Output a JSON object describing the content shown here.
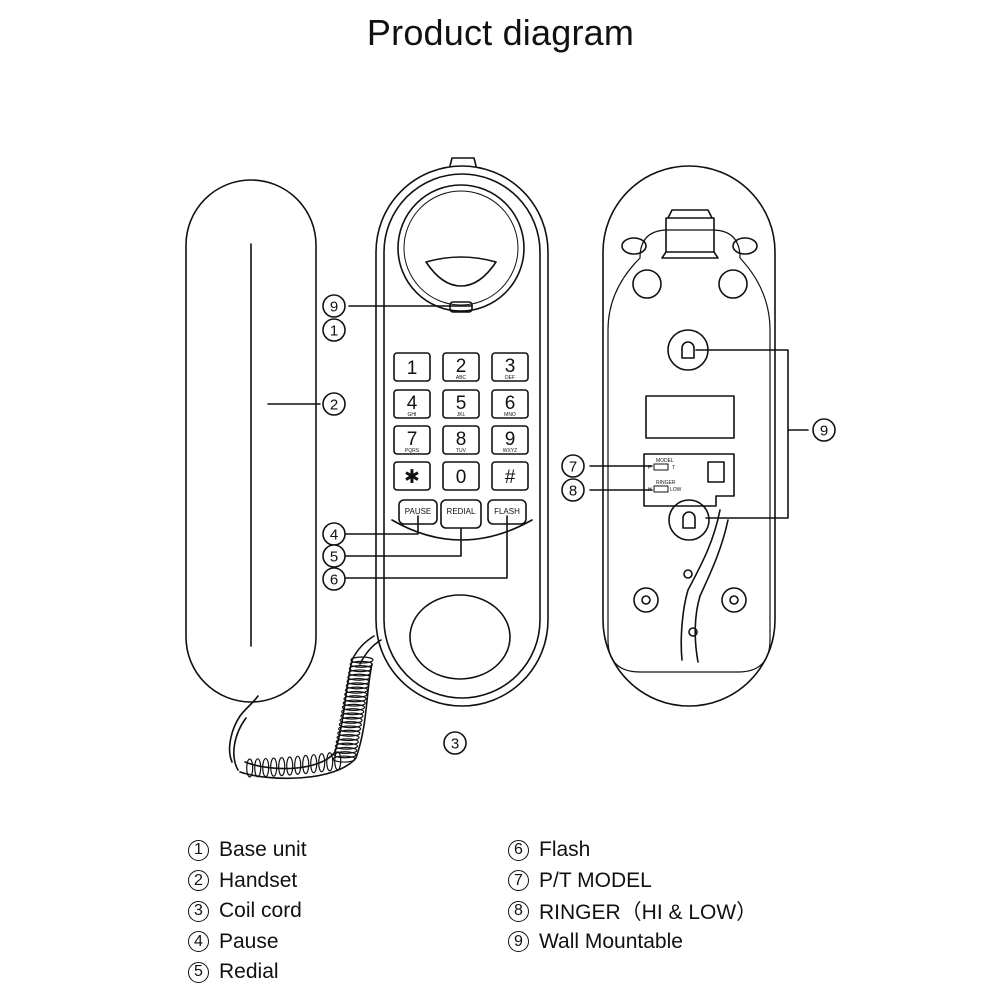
{
  "title": "Product diagram",
  "keypad": {
    "keys": [
      {
        "digit": "1",
        "letters": ""
      },
      {
        "digit": "2",
        "letters": "ABC"
      },
      {
        "digit": "3",
        "letters": "DEF"
      },
      {
        "digit": "4",
        "letters": "GHI"
      },
      {
        "digit": "5",
        "letters": "JKL"
      },
      {
        "digit": "6",
        "letters": "MNO"
      },
      {
        "digit": "7",
        "letters": "PQRS"
      },
      {
        "digit": "8",
        "letters": "TUV"
      },
      {
        "digit": "9",
        "letters": "WXYZ"
      },
      {
        "digit": "✱",
        "letters": ""
      },
      {
        "digit": "0",
        "letters": ""
      },
      {
        "digit": "#",
        "letters": ""
      }
    ],
    "function_keys": [
      "PAUSE",
      "REDIAL",
      "FLASH"
    ]
  },
  "switches": {
    "model_label": "MODEL",
    "model_side_left": "P",
    "model_side_right": "T",
    "ringer_label": "RINGER",
    "ringer_side_left": "H",
    "ringer_side_right": "LOW"
  },
  "callouts": {
    "c9_front": "9",
    "c1": "1",
    "c2": "2",
    "c4": "4",
    "c5": "5",
    "c6": "6",
    "c3": "3",
    "c7": "7",
    "c8": "8",
    "c9_back": "9"
  },
  "legend": {
    "left": [
      {
        "num": "1",
        "label": "Base unit"
      },
      {
        "num": "2",
        "label": "Handset"
      },
      {
        "num": "3",
        "label": "Coil cord"
      },
      {
        "num": "4",
        "label": "Pause"
      },
      {
        "num": "5",
        "label": "Redial"
      }
    ],
    "right": [
      {
        "num": "6",
        "label": "Flash"
      },
      {
        "num": "7",
        "label": "P/T MODEL"
      },
      {
        "num": "8",
        "label": "RINGER（HI & LOW）"
      },
      {
        "num": "9",
        "label": "Wall Mountable"
      }
    ]
  },
  "colors": {
    "line": "#111111",
    "background": "#ffffff"
  }
}
